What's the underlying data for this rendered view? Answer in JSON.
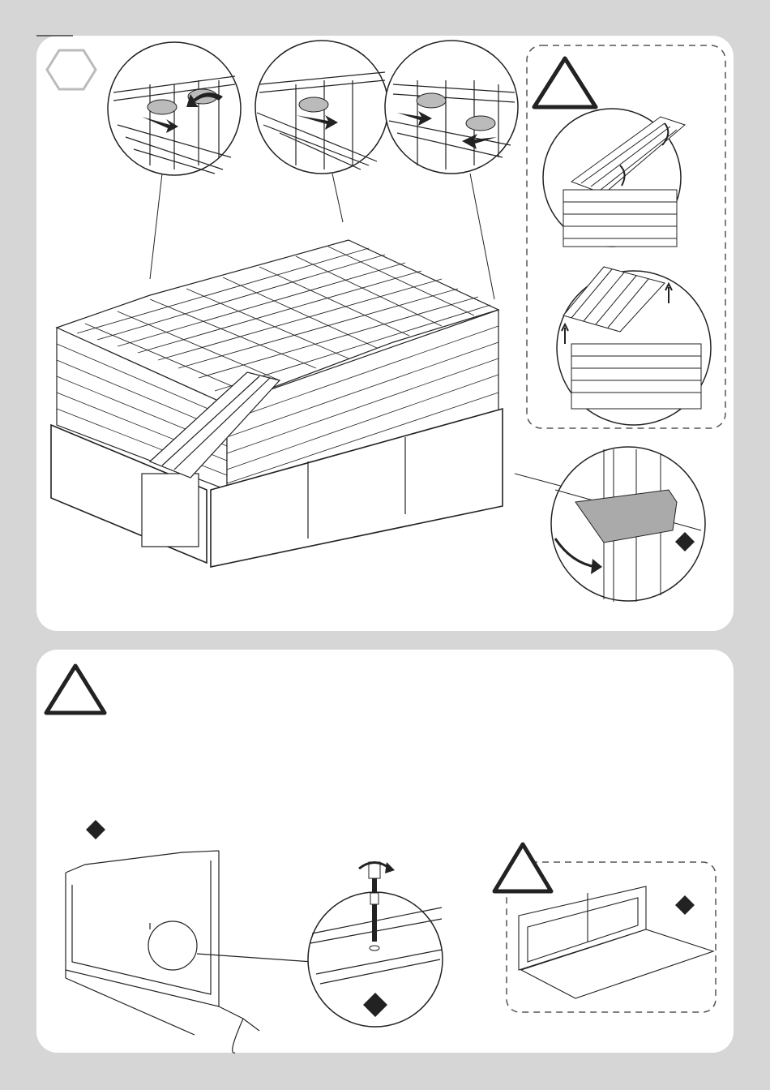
{
  "page": {
    "background": "#d6d6d6",
    "panel_background": "#ffffff",
    "line_color": "#222222",
    "accent_grey": "#9a9a9a"
  },
  "top_panel": {
    "step_marker": "hexagon-badge-icon",
    "detail_circles": [
      "clip-detail-left",
      "clip-detail-middle",
      "clip-detail-right"
    ],
    "warning_box": [
      "roof-lift-detail",
      "roof-remove-detail"
    ],
    "side_detail": "wall-clip-detail"
  },
  "bottom_panel": {
    "warning_icon": "warning-triangle-icon",
    "details": [
      "base-panel-view",
      "screw-detail",
      "screw-warning-box"
    ]
  }
}
